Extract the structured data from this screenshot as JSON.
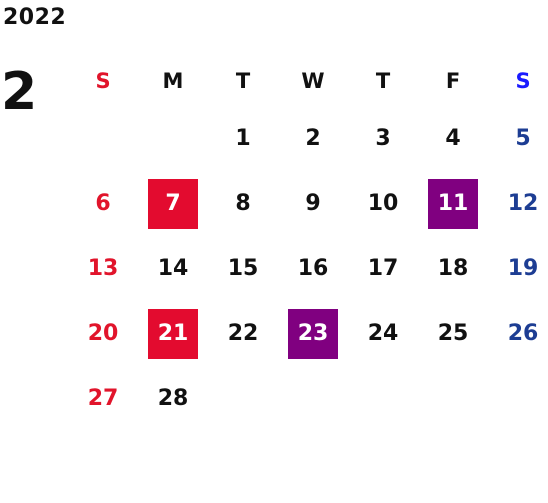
{
  "year": "2022",
  "month": "2",
  "weekdays": [
    "S",
    "M",
    "T",
    "W",
    "T",
    "F",
    "S"
  ],
  "weeks": [
    [
      "",
      "",
      "1",
      "2",
      "3",
      "4",
      "5"
    ],
    [
      "6",
      "7",
      "8",
      "9",
      "10",
      "11",
      "12"
    ],
    [
      "13",
      "14",
      "15",
      "16",
      "17",
      "18",
      "19"
    ],
    [
      "20",
      "21",
      "22",
      "23",
      "24",
      "25",
      "26"
    ],
    [
      "27",
      "28",
      "",
      "",
      "",
      "",
      ""
    ]
  ],
  "highlights": {
    "7": "red",
    "21": "red",
    "11": "purple",
    "23": "purple"
  },
  "colors": {
    "sunday": "#e1142b",
    "saturday": "#1d3d93",
    "saturday_header": "#1a1aff",
    "highlight_red": "#e30b2f",
    "highlight_purple": "#800080"
  }
}
